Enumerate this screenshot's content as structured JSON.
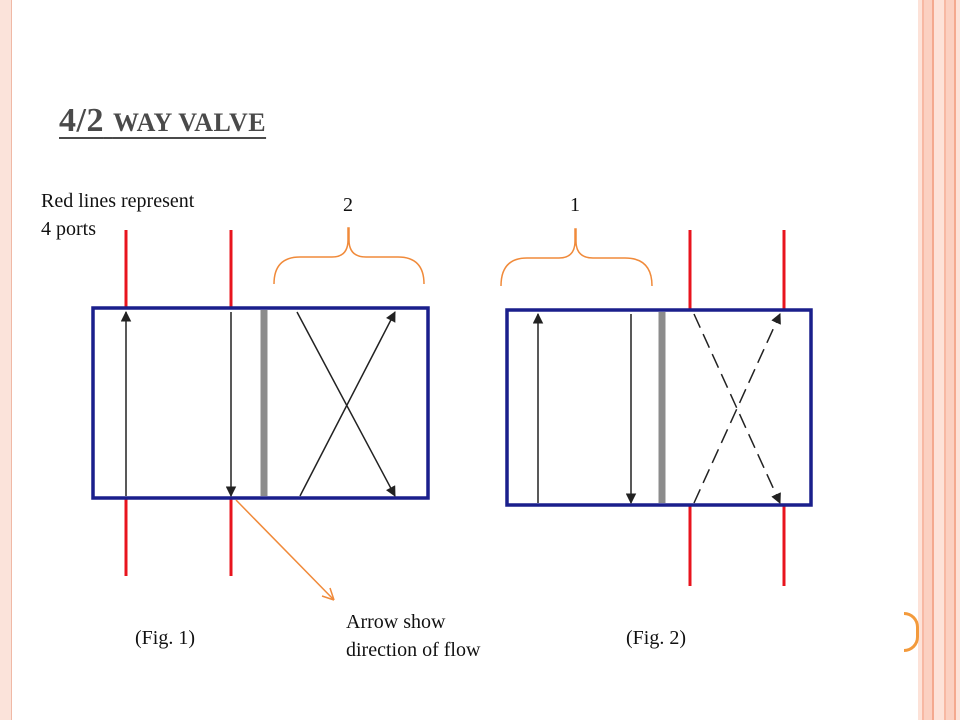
{
  "slide": {
    "title_main": "4/2",
    "title_rest": "way valve",
    "note_ports_line1": "Red lines represent",
    "note_ports_line2": "4 ports",
    "position_label_2": "2",
    "position_label_1": "1",
    "note_flow_line1": "Arrow show",
    "note_flow_line2": "direction of flow",
    "fig1_caption": "(Fig. 1)",
    "fig2_caption": "(Fig. 2)"
  },
  "colors": {
    "port_lines": "#e8141e",
    "valve_box": "#1a1f8c",
    "spool_divider": "#8c8c8c",
    "brackets_and_pointer": "#f08a3a",
    "flow_arrows": "#222222",
    "title_text": "#4a4a4a"
  }
}
